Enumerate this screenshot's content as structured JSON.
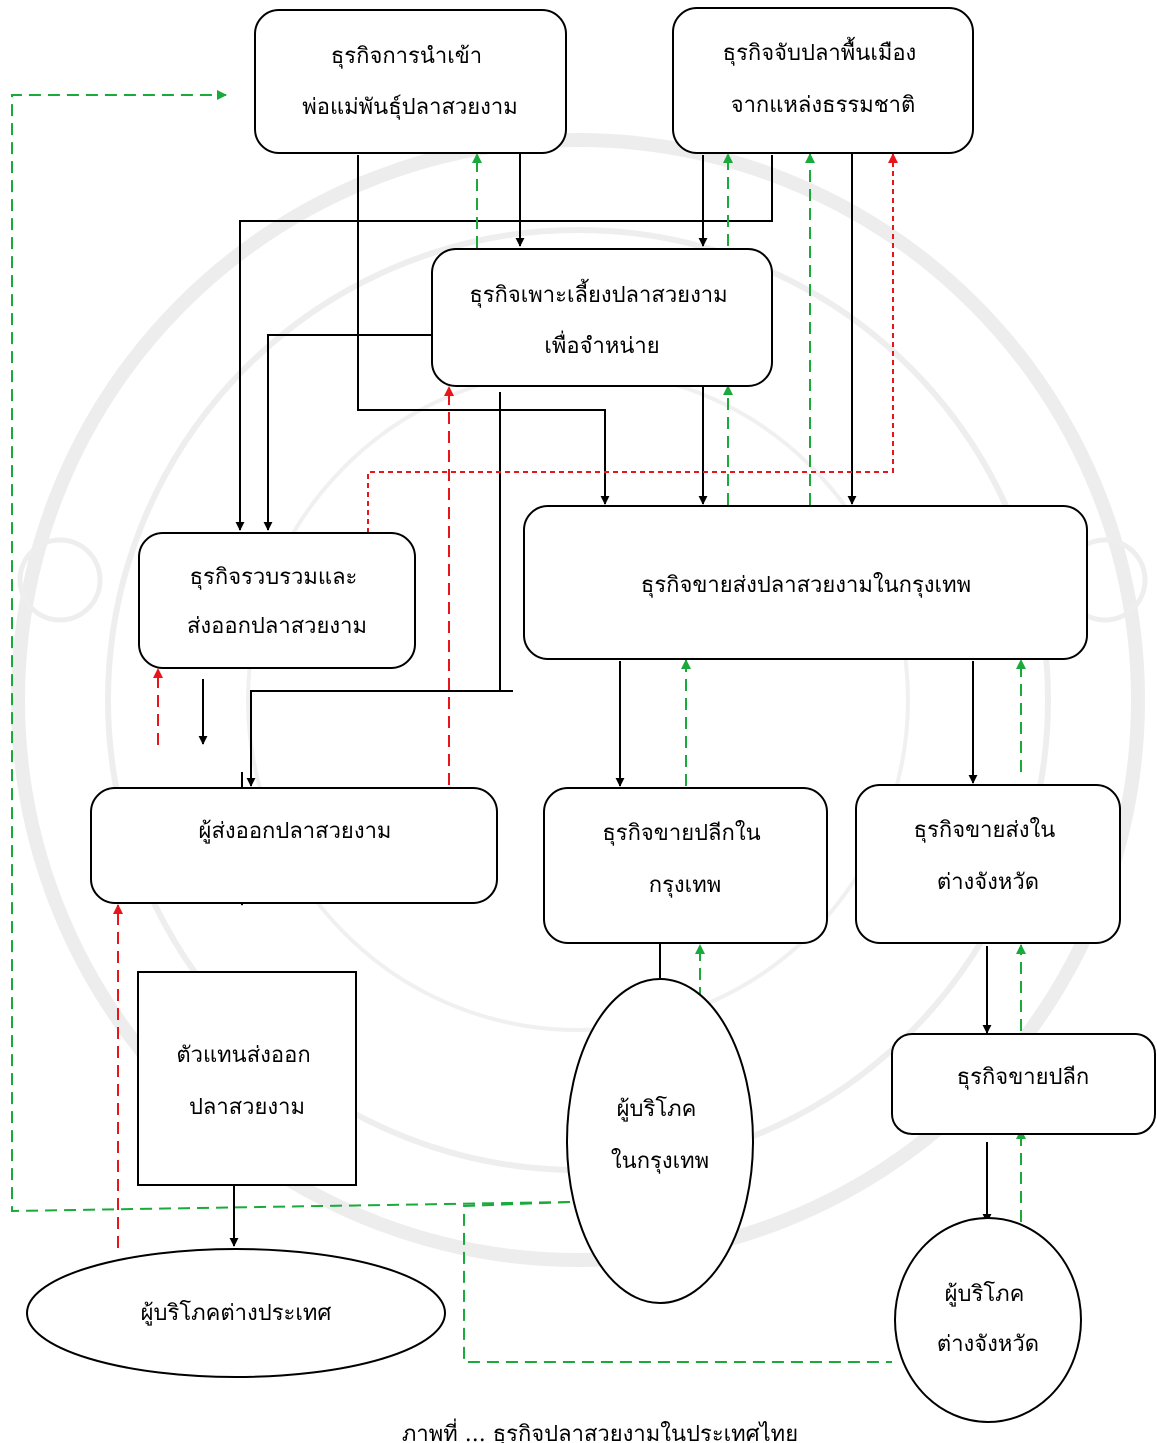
{
  "colors": {
    "line_black": "#000000",
    "flow_green": "#1aaa3c",
    "flow_red": "#e8161b",
    "watermark": "#e6e6e6"
  },
  "nodes": {
    "import_broodstock": [
      "ธุรกิจการนำเข้า",
      "พ่อแม่พันธุ์ปลาสวยงาม"
    ],
    "wild_catch": [
      "ธุรกิจจับปลาพื้นเมือง",
      "จากแหล่งธรรมชาติ"
    ],
    "breeding": [
      "ธุรกิจเพาะเลี้ยงปลาสวยงาม",
      "เพื่อจำหน่าย"
    ],
    "collect_export": [
      "ธุรกิจรวบรวมและ",
      "ส่งออกปลาสวยงาม"
    ],
    "bkk_wholesale": [
      "ธุรกิจขายส่งปลาสวยงามในกรุงเทพ"
    ],
    "exporter": [
      "ผู้ส่งออกปลาสวยงาม"
    ],
    "bkk_retail": [
      "ธุรกิจขายปลีกใน",
      "กรุงเทพ"
    ],
    "provincial_wholesale": [
      "ธุรกิจขายส่งใน",
      "ต่างจังหวัด"
    ],
    "export_agent": [
      "ตัวแทนส่งออก",
      "ปลาสวยงาม"
    ],
    "bkk_consumer": [
      "ผู้บริโภค",
      "ในกรุงเทพ"
    ],
    "retail": [
      "ธุรกิจขายปลีก"
    ],
    "foreign_consumer": [
      "ผู้บริโภคต่างประเทศ"
    ],
    "provincial_consumer": [
      "ผู้บริโภค",
      "ต่างจังหวัด"
    ]
  },
  "caption": "ภาพที่ ... ธุรกิจปลาสวยงามในประเทศไทย"
}
